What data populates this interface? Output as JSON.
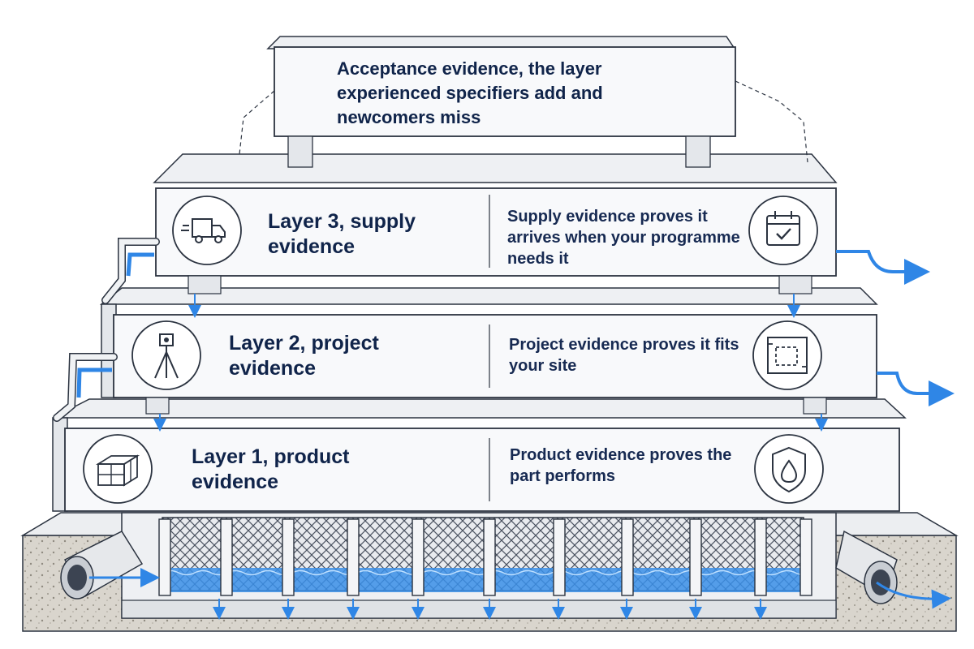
{
  "top_box": {
    "text": "Acceptance evidence, the layer experienced specifiers add and newcomers miss"
  },
  "layers": [
    {
      "title": "Layer 3, supply evidence",
      "description": "Supply evidence proves it arrives when your programme needs it",
      "left_icon": "delivery-truck-icon",
      "right_icon": "calendar-check-icon"
    },
    {
      "title": "Layer 2, project evidence",
      "description": "Project evidence proves it fits your site",
      "left_icon": "surveying-instrument-icon",
      "right_icon": "site-plan-icon"
    },
    {
      "title": "Layer 1, product evidence",
      "description": "Product evidence proves the part performs",
      "left_icon": "crate-modules-icon",
      "right_icon": "shield-drop-icon"
    }
  ],
  "colors": {
    "text": "#10244a",
    "water": "#2f86e6",
    "outline": "#2b3340",
    "slab_fill": "#f7f8fa",
    "ground": "#d8d4cc"
  }
}
